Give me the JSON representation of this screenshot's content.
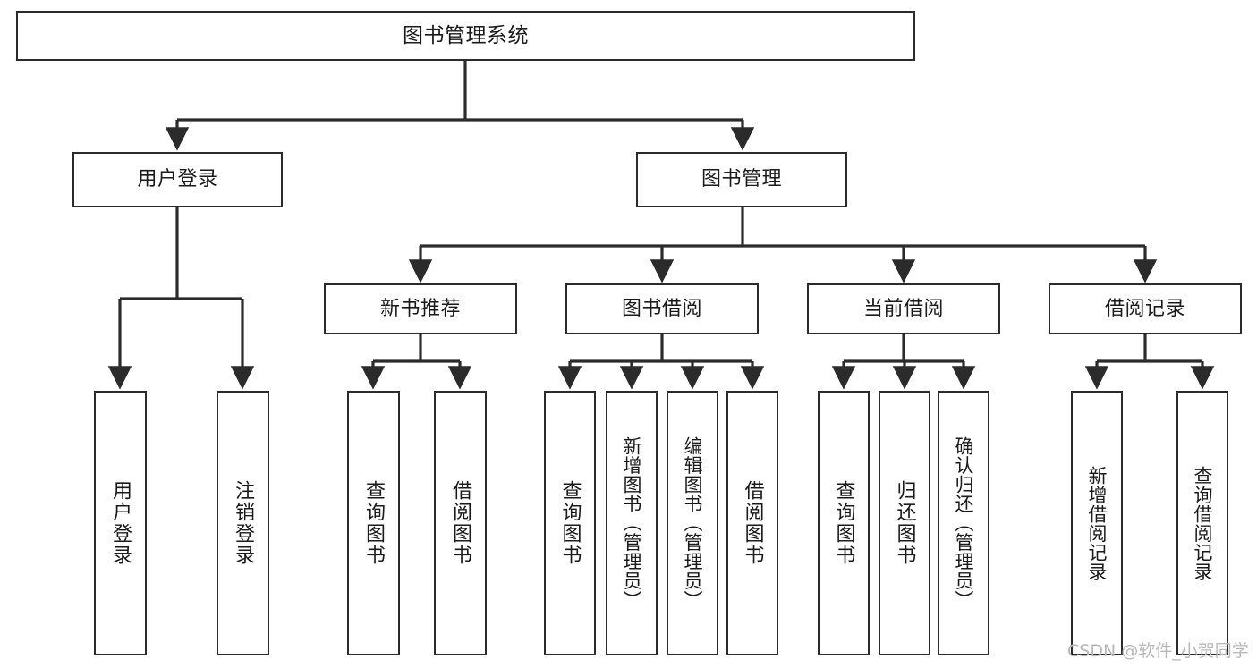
{
  "diagram": {
    "title": "图书管理系统",
    "type": "tree-hierarchy",
    "line_color": "#2b2b2b",
    "box_fill": "#ffffff",
    "text_color": "#1a1a1a",
    "root": {
      "label": "图书管理系统"
    },
    "level2": [
      {
        "id": "user-login",
        "label": "用户登录"
      },
      {
        "id": "book-management",
        "label": "图书管理"
      }
    ],
    "level3": [
      {
        "id": "new-book-recommend",
        "label": "新书推荐"
      },
      {
        "id": "book-borrow",
        "label": "图书借阅"
      },
      {
        "id": "current-borrow",
        "label": "当前借阅"
      },
      {
        "id": "borrow-record",
        "label": "借阅记录"
      }
    ],
    "leaves": {
      "user_login": [
        {
          "id": "leaf-user-login",
          "label": "用户登录"
        },
        {
          "id": "leaf-logout-login",
          "label": "注销登录"
        }
      ],
      "new_book_recommend": [
        {
          "id": "leaf-query-book-1",
          "label": "查询图书"
        },
        {
          "id": "leaf-borrow-book-1",
          "label": "借阅图书"
        }
      ],
      "book_borrow": [
        {
          "id": "leaf-query-book-2",
          "label": "查询图书"
        },
        {
          "id": "leaf-add-book",
          "label": "新增图书（管理员）"
        },
        {
          "id": "leaf-edit-book",
          "label": "编辑图书（管理员）"
        },
        {
          "id": "leaf-borrow-book-2",
          "label": "借阅图书"
        }
      ],
      "current_borrow": [
        {
          "id": "leaf-query-book-3",
          "label": "查询图书"
        },
        {
          "id": "leaf-return-book",
          "label": "归还图书"
        },
        {
          "id": "leaf-confirm-return",
          "label": "确认归还（管理员）"
        }
      ],
      "borrow_record": [
        {
          "id": "leaf-add-record",
          "label": "新增借阅记录"
        },
        {
          "id": "leaf-query-record",
          "label": "查询借阅记录"
        }
      ]
    }
  },
  "watermark": {
    "text": "CSDN @软件_小贺同学"
  }
}
